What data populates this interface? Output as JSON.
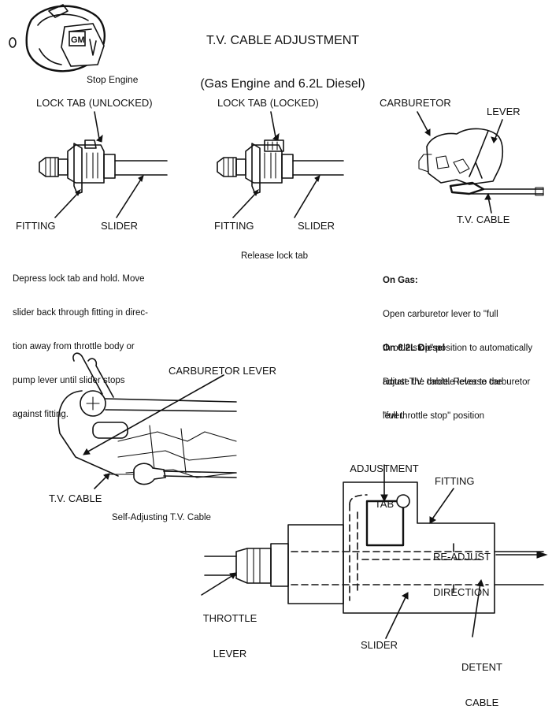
{
  "title": {
    "line1": "T.V. CABLE ADJUSTMENT",
    "line2": "(Gas Engine and 6.2L Diesel)"
  },
  "key_figure": {
    "badge": "GM",
    "caption": "Stop Engine"
  },
  "panel_unlocked": {
    "tab_label": "LOCK TAB (UNLOCKED)",
    "fitting_label": "FITTING",
    "slider_label": "SLIDER",
    "instructions": [
      "Depress lock tab and hold. Move",
      "slider back through fitting in direc-",
      "tion away from throttle body or",
      "pump lever until slider stops",
      "against fitting."
    ]
  },
  "panel_locked": {
    "tab_label": "LOCK TAB (LOCKED)",
    "fitting_label": "FITTING",
    "slider_label": "SLIDER",
    "instructions": [
      "Release lock tab"
    ]
  },
  "panel_carburetor": {
    "carburetor_label": "CARBURETOR",
    "lever_label": "LEVER",
    "cable_label": "T.V. CABLE",
    "gas_heading": "On Gas:",
    "gas_text": [
      "Open carburetor lever to \"full",
      "throttle stop\" position to automatically",
      "adjust T.V. cable. Release carburetor",
      "lever."
    ],
    "diesel_heading": "On 6.2L Diesel",
    "diesel_text": [
      "Rotate the throttle lever to the",
      "\"full throttle stop\" position"
    ]
  },
  "panel_self_adjusting": {
    "carb_lever_label": "CARBURETOR LEVER",
    "cable_label": "T.V. CABLE",
    "caption": "Self-Adjusting T.V. Cable"
  },
  "panel_detail": {
    "adjustment_tab_line1": "ADJUSTMENT",
    "adjustment_tab_line2": "TAB",
    "fitting_label": "FITTING",
    "readjust_line1": "RE-ADJUST",
    "readjust_line2": "DIRECTION",
    "throttle_line1": "THROTTLE",
    "throttle_line2": "LEVER",
    "slider_label": "SLIDER",
    "detent_line1": "DETENT",
    "detent_line2": "CABLE"
  }
}
